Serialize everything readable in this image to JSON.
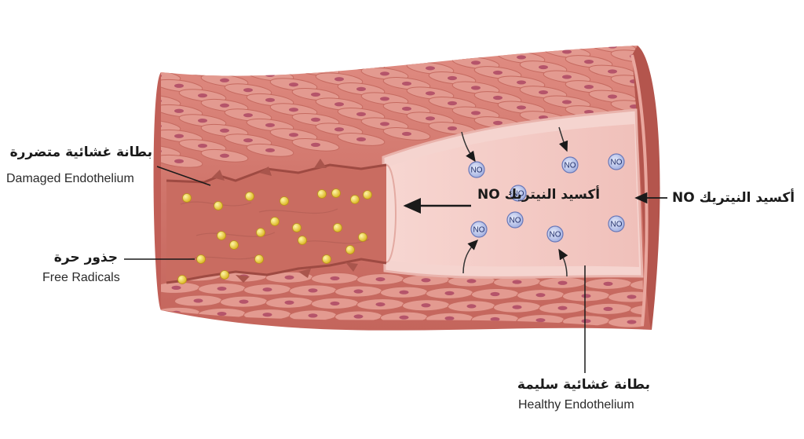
{
  "labels": {
    "damaged_ar": "بطانة غشائية متضررة",
    "damaged_en": "Damaged Endothelium",
    "radicals_ar": "جذور حرة",
    "radicals_en": "Free Radicals",
    "nitric_center": "أكسيد النيتريك NO",
    "nitric_right": "أكسيد النيتريك NO",
    "healthy_ar": "بطانة غشائية سليمة",
    "healthy_en": "Healthy Endothelium"
  },
  "no_badge": "NO",
  "colors": {
    "vessel_wall": "#d8796f",
    "muscle_cell": "#e4938a",
    "nucleus": "#b5546a",
    "lumen": "#f3c9c3",
    "damaged_tissue": "#c86a60",
    "radical": "#f2d23a",
    "no_molecule": "#b9c4ea",
    "arrow": "#1a1a1a"
  }
}
